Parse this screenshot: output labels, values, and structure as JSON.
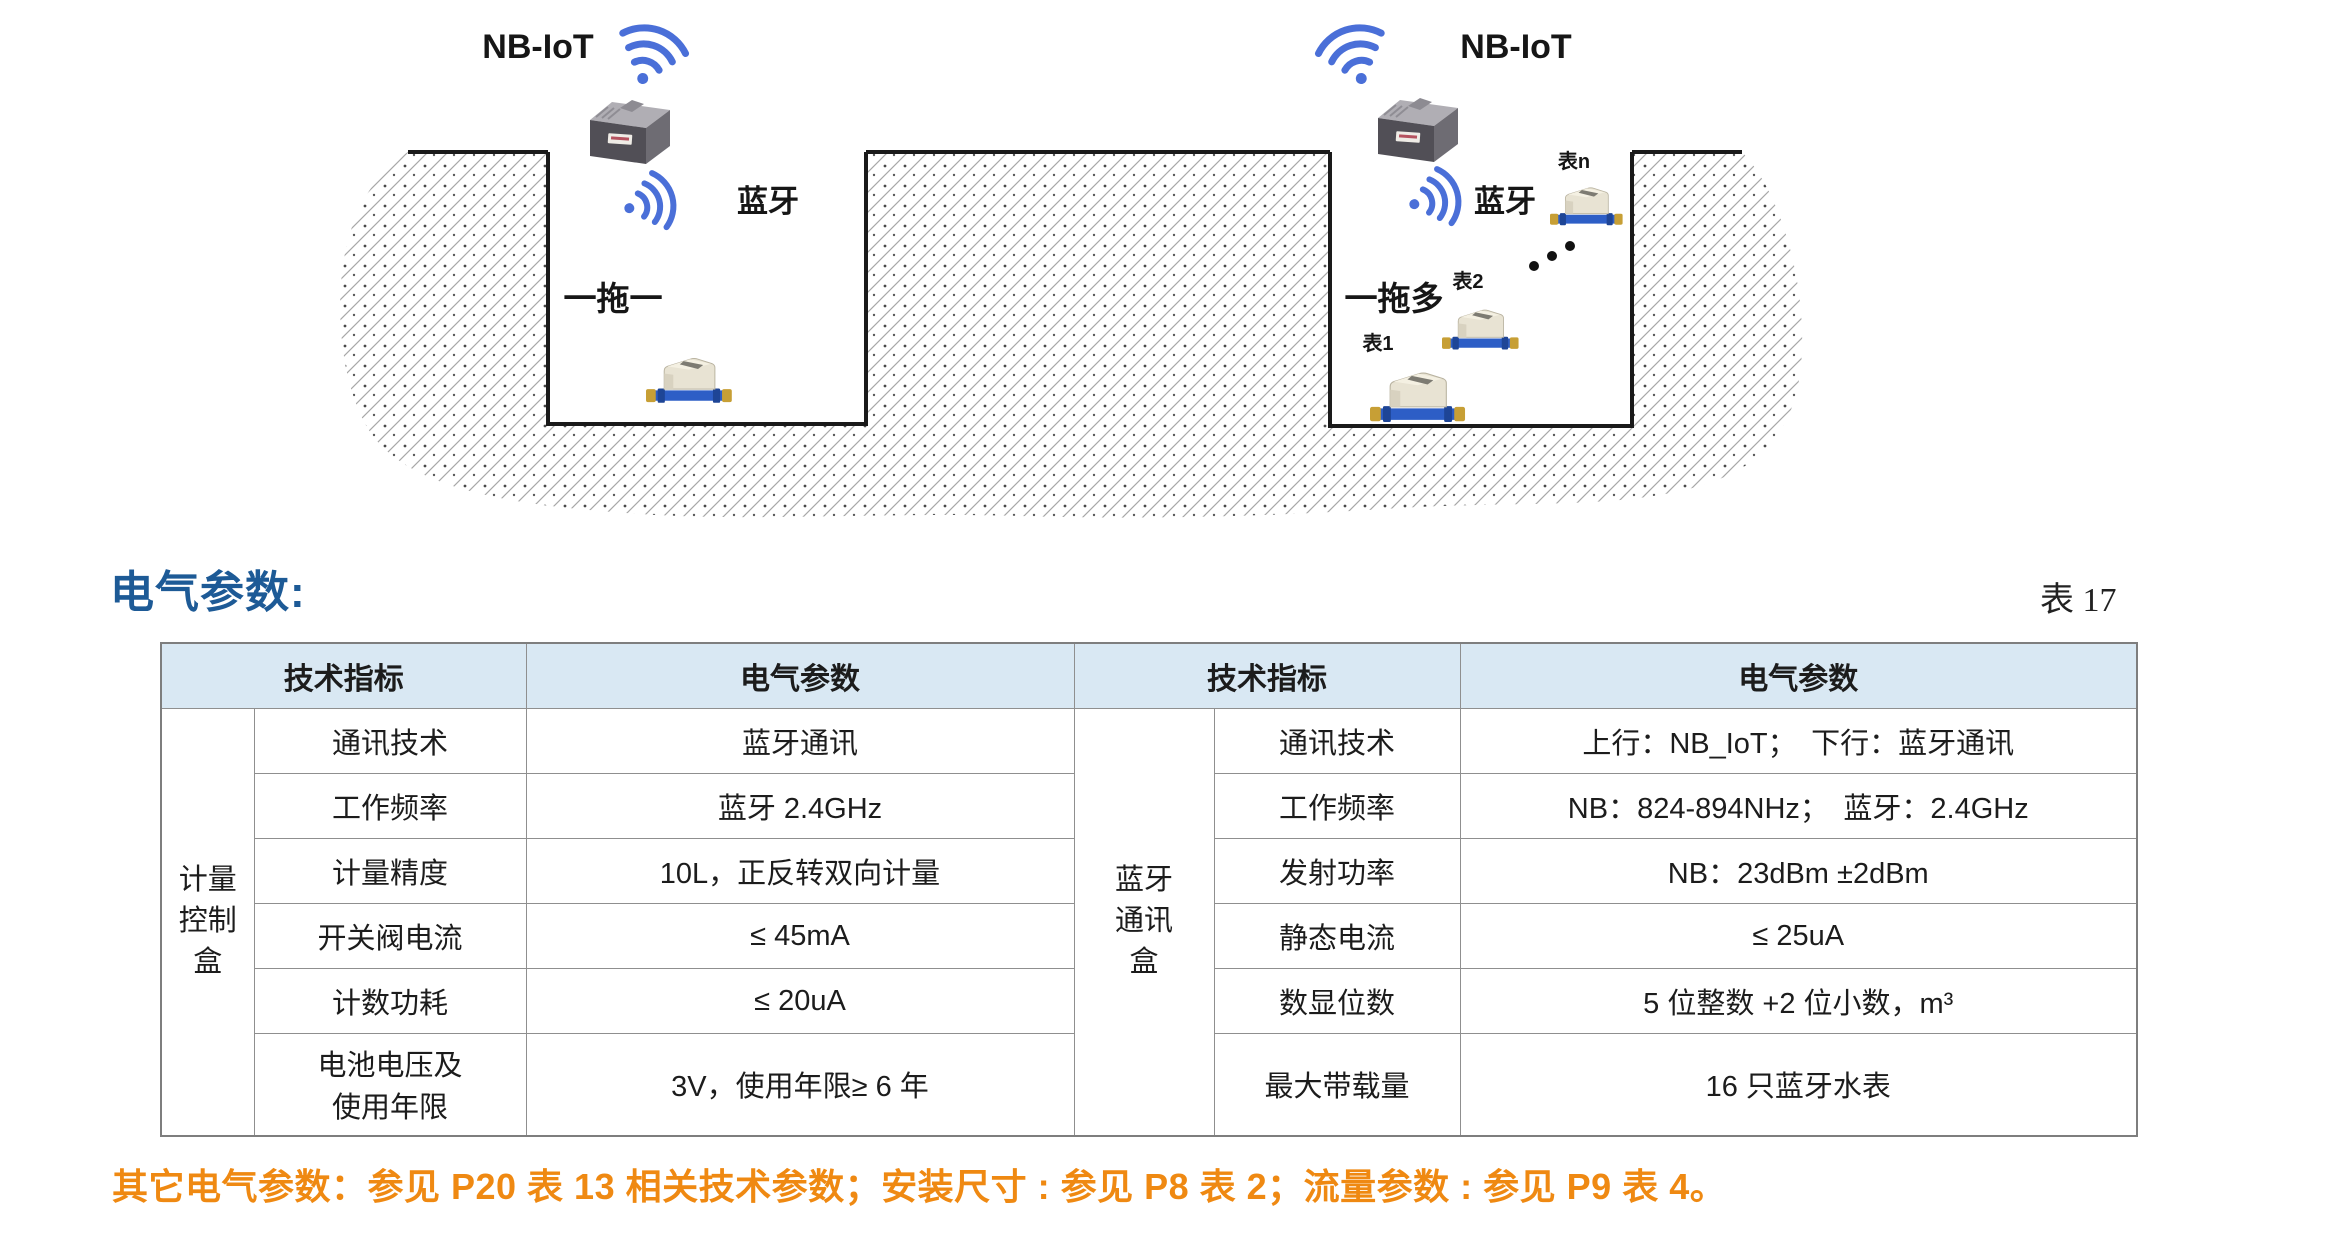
{
  "section": {
    "title": "电气参数:",
    "table_ref": "表 17"
  },
  "diagram": {
    "left_scene": {
      "nbiot_label": "NB-IoT",
      "bluetooth_label": "蓝牙",
      "mode_label": "一拖一"
    },
    "right_scene": {
      "nbiot_label": "NB-IoT",
      "bluetooth_label": "蓝牙",
      "mode_label": "一拖多",
      "meter_label_n": "表n",
      "meter_label_2": "表2",
      "meter_label_1": "表1"
    },
    "colors": {
      "wireless_blue": "#4a6fd8",
      "device_gray": "#514f56",
      "meter_pipe_blue": "#2d5ec6",
      "meter_brass": "#c79f35"
    }
  },
  "table": {
    "header_bg": "#d9e8f3",
    "left": {
      "group_label": "计量\n控制\n盒",
      "header": [
        "技术指标",
        "电气参数"
      ],
      "rows": [
        {
          "indicator": "通讯技术",
          "value": "蓝牙通讯"
        },
        {
          "indicator": "工作频率",
          "value": "蓝牙 2.4GHz"
        },
        {
          "indicator": "计量精度",
          "value": "10L，正反转双向计量"
        },
        {
          "indicator": "开关阀电流",
          "value": "≤ 45mA"
        },
        {
          "indicator": "计数功耗",
          "value": "≤ 20uA"
        },
        {
          "indicator": "电池电压及\n使用年限",
          "value": "3V，使用年限≥ 6 年"
        }
      ]
    },
    "right": {
      "group_label": "蓝牙\n通讯\n盒",
      "header": [
        "技术指标",
        "电气参数"
      ],
      "rows": [
        {
          "indicator": "通讯技术",
          "value": "上行：NB_IoT；　下行：蓝牙通讯"
        },
        {
          "indicator": "工作频率",
          "value": "NB：824-894NHz；　蓝牙：2.4GHz"
        },
        {
          "indicator": "发射功率",
          "value": "NB：23dBm ±2dBm"
        },
        {
          "indicator": "静态电流",
          "value": "≤ 25uA"
        },
        {
          "indicator": "数显位数",
          "value": "5 位整数 +2 位小数，m³"
        },
        {
          "indicator": "最大带载量",
          "value": "16 只蓝牙水表"
        }
      ]
    }
  },
  "footnote": {
    "text": "其它电气参数：参见 P20 表 13 相关技术参数；安装尺寸 : 参见 P8 表 2；流量参数 : 参见 P9 表 4。",
    "color": "#ef8912"
  }
}
